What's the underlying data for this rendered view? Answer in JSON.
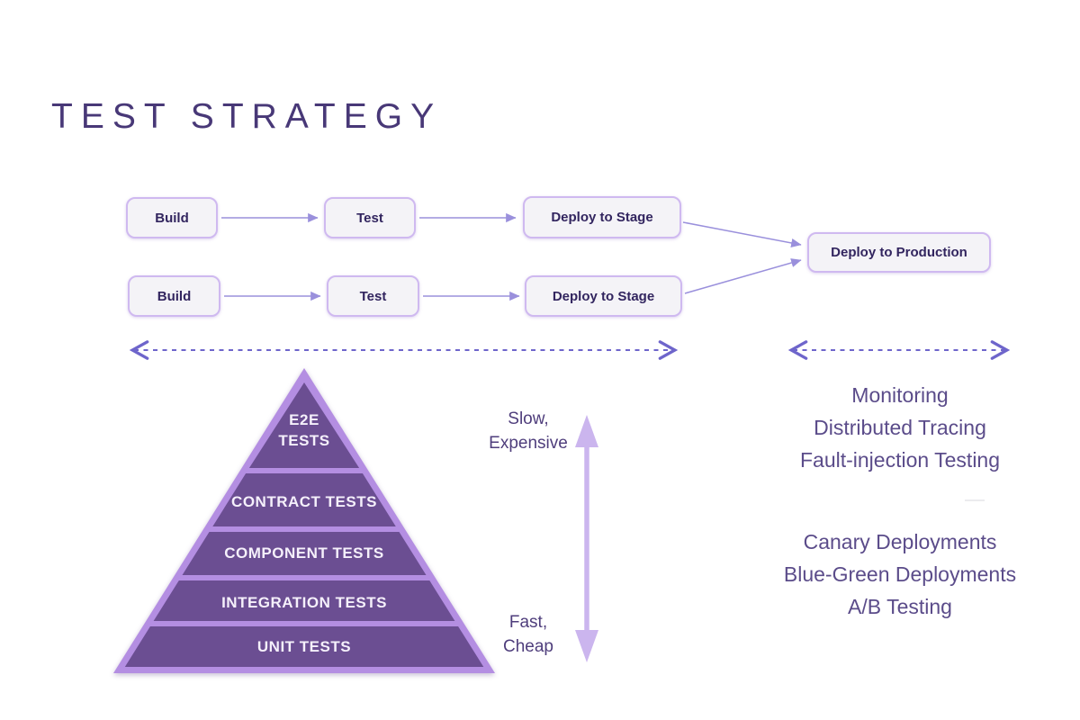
{
  "title": "TEST STRATEGY",
  "pipeline": {
    "row1": [
      "Build",
      "Test",
      "Deploy to Stage"
    ],
    "row2": [
      "Build",
      "Test",
      "Deploy to Stage"
    ],
    "production_label": "Deploy to Production"
  },
  "pyramid": {
    "levels": [
      "E2E TESTS",
      "CONTRACT TESTS",
      "COMPONENT TESTS",
      "INTEGRATION TESTS",
      "UNIT TESTS"
    ]
  },
  "cost_axis": {
    "top_label": "Slow,\nExpensive",
    "bottom_label": "Fast,\nCheap"
  },
  "practices": {
    "observability": [
      "Monitoring",
      "Distributed Tracing",
      "Fault-injection Testing"
    ],
    "deployment": [
      "Canary Deployments",
      "Blue-Green Deployments",
      "A/B Testing"
    ]
  },
  "colors": {
    "title_text": "#483877",
    "box_fill": "#f4f3f7",
    "box_border": "#cfb9f0",
    "box_text": "#32255f",
    "flow_arrow": "#9a90dc",
    "dashed_arrow": "#6e65cb",
    "pyramid_border": "#b48ee2",
    "pyramid_fill": "#6b4e92",
    "pyramid_text": "#f5f0fb",
    "cost_arrow": "#cbb5ee",
    "side_text": "#5b4c8a"
  }
}
